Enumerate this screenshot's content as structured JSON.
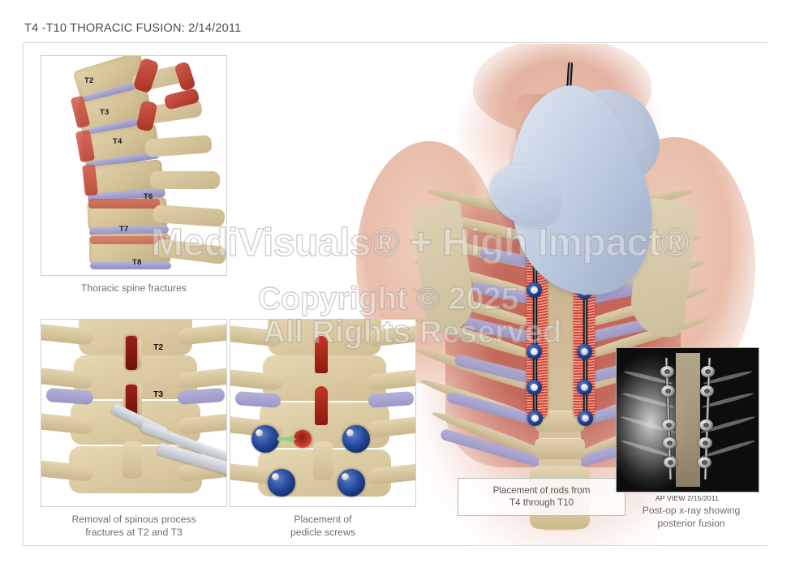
{
  "document": {
    "title": "T4 -T10 THORACIC FUSION: 2/14/2011"
  },
  "watermark": {
    "line1": "MediVisuals® + High Impact®",
    "line2": "Copyright © 2025",
    "line3": "All Rights Reserved"
  },
  "panels": {
    "lateral_fractures": {
      "caption": "Thoracic spine fractures",
      "vertebra_labels": [
        "T2",
        "T3",
        "T4",
        "T6",
        "T7",
        "T8"
      ]
    },
    "spinous_removal": {
      "caption_line1": "Removal of spinous process",
      "caption_line2": "fractures at T2 and T3",
      "vertebra_labels": [
        "T2",
        "T3"
      ]
    },
    "pedicle_screws": {
      "caption_line1": "Placement of",
      "caption_line2": "pedicle screws"
    },
    "main_illustration": {
      "callout_line1": "Placement of rods from",
      "callout_line2": "T4 through T10"
    },
    "xray": {
      "view_label": "AP VIEW 2/15/2011",
      "caption_line1": "Post-op x-ray showing",
      "caption_line2": "posterior fusion"
    }
  },
  "colors": {
    "title_text": "#4b4b4b",
    "caption_text": "#6d6d6d",
    "frame_border": "#d8d8d8",
    "panel_border": "#cfcfcf",
    "bone": "#d8c9a4",
    "cartilage": "#9a97c8",
    "screw_blue": "#2a4ba0",
    "fracture_red": "#b83c30",
    "rod_black": "#111111",
    "glove_blue": "#b9c7dd"
  }
}
